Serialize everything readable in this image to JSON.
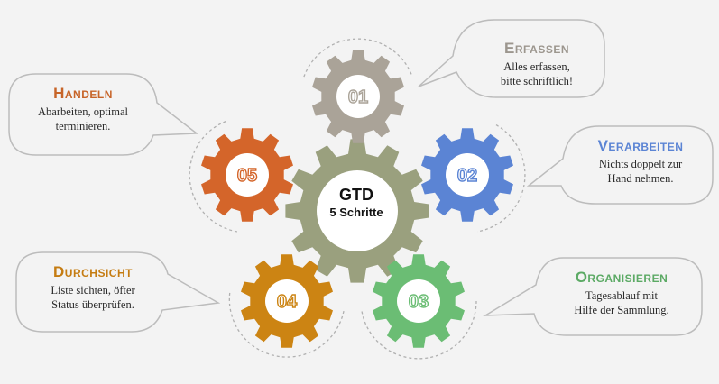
{
  "center": {
    "title": "GTD",
    "subtitle": "5 Schritte"
  },
  "colors": {
    "center_gear": "#9aa07e",
    "gear_01": "#aaa398",
    "gear_02": "#5b84d4",
    "gear_03": "#6bbd74",
    "gear_04": "#cc8413",
    "gear_05": "#d4652a",
    "title_erfassen": "#9c968e",
    "title_verarbeiten": "#5b84d4",
    "title_organisieren": "#5caa65",
    "title_durchsicht": "#c57c12",
    "title_handeln": "#c76428",
    "callout_border": "#bcbcbc",
    "dashed_arc": "#b0b0b0"
  },
  "steps": [
    {
      "number": "01",
      "title": "Erfassen",
      "line1": "Alles erfassen,",
      "line2": "bitte schriftlich!"
    },
    {
      "number": "02",
      "title": "Verarbeiten",
      "line1": "Nichts doppelt zur",
      "line2": "Hand nehmen."
    },
    {
      "number": "03",
      "title": "Organisieren",
      "line1": "Tagesablauf mit",
      "line2": "Hilfe der Sammlung."
    },
    {
      "number": "04",
      "title": "Durchsicht",
      "line1": "Liste sichten, öfter",
      "line2": "Status überprüfen."
    },
    {
      "number": "05",
      "title": "Handeln",
      "line1": "Abarbeiten, optimal",
      "line2": "terminieren."
    }
  ]
}
